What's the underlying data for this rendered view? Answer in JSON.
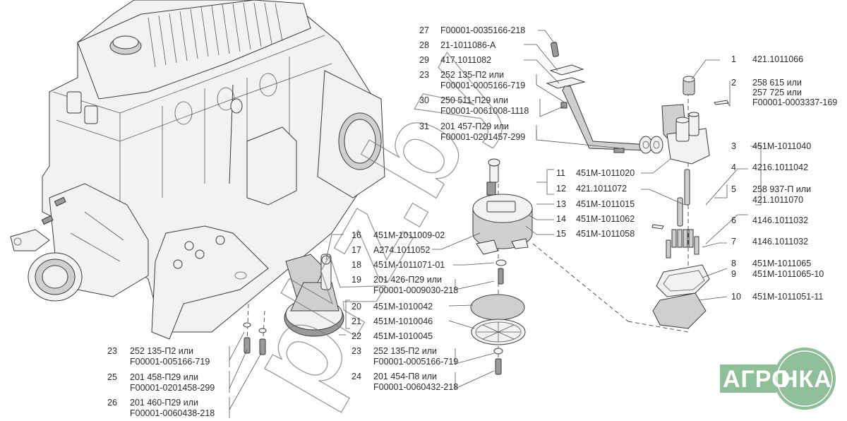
{
  "title": "Oil pump and oil receiver assembly — exploded parts diagram",
  "watermark": "pkz.by",
  "logo": {
    "text_left": "АГРО",
    "text_right": "НКА",
    "color": "#8fbf98"
  },
  "parts": [
    {
      "num": "27",
      "lines": [
        "F00001-0035166-218"
      ]
    },
    {
      "num": "28",
      "lines": [
        "21-1011086-А"
      ]
    },
    {
      "num": "29",
      "lines": [
        "417.1011082"
      ]
    },
    {
      "num": "23",
      "lines": [
        "252 135-П2 или",
        "F00001-0005166-719"
      ]
    },
    {
      "num": "30",
      "lines": [
        "250 511-П29 или",
        "F00001-0061008-1118"
      ]
    },
    {
      "num": "31",
      "lines": [
        "201 457-П29 или",
        "F00001-0201457-299"
      ]
    },
    {
      "num": "1",
      "lines": [
        "421.1011066"
      ]
    },
    {
      "num": "2",
      "lines": [
        "258 615 или",
        "257 725 или",
        "F00001-0003337-169"
      ]
    },
    {
      "num": "3",
      "lines": [
        "451М-1011040"
      ]
    },
    {
      "num": "4",
      "lines": [
        "4216.1011042"
      ]
    },
    {
      "num": "5",
      "lines": [
        "258 937-П или",
        "421.1011070"
      ]
    },
    {
      "num": "6",
      "lines": [
        "4146.1011032"
      ]
    },
    {
      "num": "7",
      "lines": [
        "4146.1011032"
      ]
    },
    {
      "num": "8",
      "lines": [
        "451М-1011065"
      ]
    },
    {
      "num": "9",
      "lines": [
        "451М-1011065-10"
      ]
    },
    {
      "num": "10",
      "lines": [
        "451М-1011051-11"
      ]
    },
    {
      "num": "11",
      "lines": [
        "451М-1011020"
      ]
    },
    {
      "num": "12",
      "lines": [
        "421.1011072"
      ]
    },
    {
      "num": "13",
      "lines": [
        "451М-1011015"
      ]
    },
    {
      "num": "14",
      "lines": [
        "451М-1011062"
      ]
    },
    {
      "num": "15",
      "lines": [
        "451М-1011058"
      ]
    },
    {
      "num": "16",
      "lines": [
        "451М-1011009-02"
      ]
    },
    {
      "num": "17",
      "lines": [
        "А274.1011052"
      ]
    },
    {
      "num": "18",
      "lines": [
        "451М-1011071-01"
      ]
    },
    {
      "num": "19",
      "lines": [
        "201 426-П29 или",
        "F00001-0009030-218"
      ]
    },
    {
      "num": "20",
      "lines": [
        "451М-1010042"
      ]
    },
    {
      "num": "21",
      "lines": [
        "451М-1010046"
      ]
    },
    {
      "num": "22",
      "lines": [
        "451М-1010045"
      ]
    },
    {
      "num": "23",
      "lines": [
        "252 135-П2 или",
        "F00001-0005166-719"
      ]
    },
    {
      "num": "24",
      "lines": [
        "201 454-П8 или",
        "F00001-0060432-218"
      ]
    },
    {
      "num": "23",
      "lines": [
        "252 135-П2 или",
        "F00001-005166-719"
      ]
    },
    {
      "num": "25",
      "lines": [
        "201 458-П29 или",
        "F00001-0201458-299"
      ]
    },
    {
      "num": "26",
      "lines": [
        "201 460-П29 или",
        "F00001-0060438-218"
      ]
    }
  ]
}
